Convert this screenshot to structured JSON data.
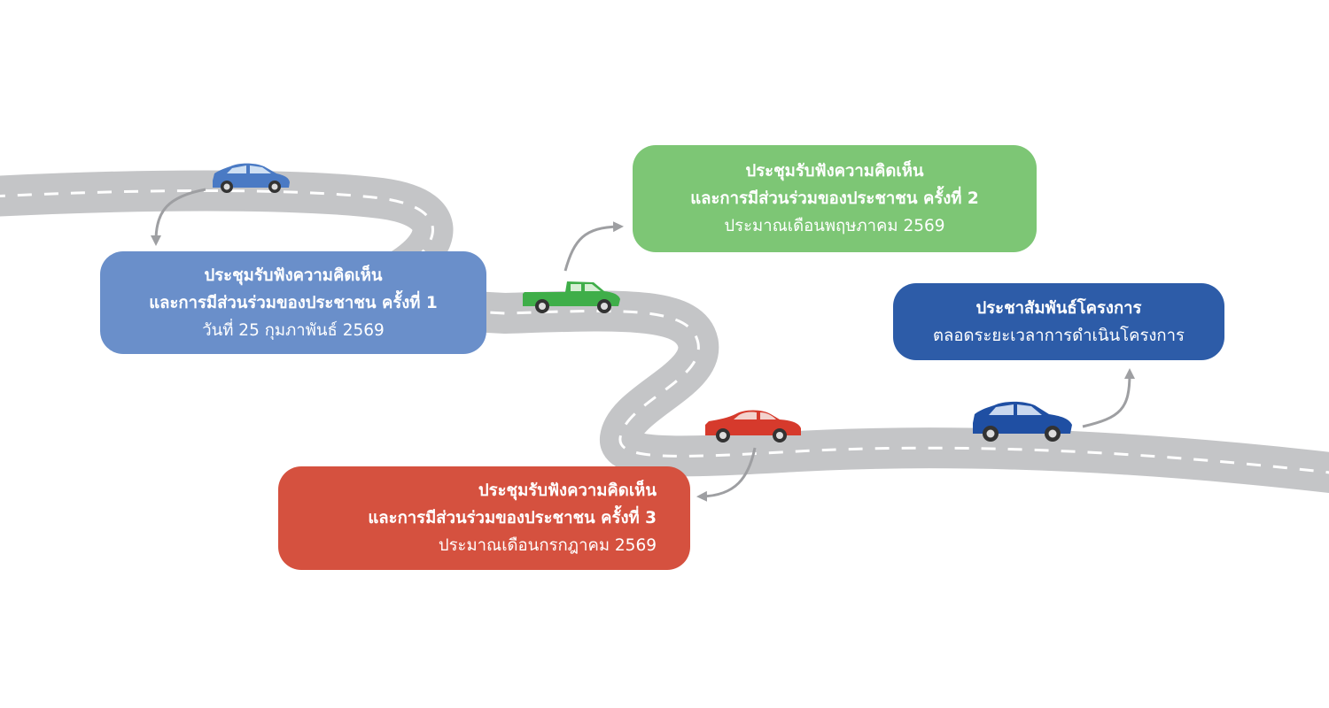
{
  "colors": {
    "road": "#c4c5c7",
    "road_dash": "#ffffff",
    "arrow": "#9e9fa2",
    "box1": "#6a8fca",
    "box2": "#7dc675",
    "box3": "#d5513f",
    "box4": "#2d5ca8",
    "car_blue_light": "#4a7ac4",
    "car_green": "#3fae49",
    "car_red": "#d63a2c",
    "car_blue_dark": "#1f4fa3"
  },
  "milestones": [
    {
      "title_line1": "ประชุมรับฟังความคิดเห็น",
      "title_line2": "และการมีส่วนร่วมของประชาชน ครั้งที่ 1",
      "date": "วันที่ 25 กุมภาพันธ์ 2569"
    },
    {
      "title_line1": "ประชุมรับฟังความคิดเห็น",
      "title_line2": "และการมีส่วนร่วมของประชาชน ครั้งที่ 2",
      "date": "ประมาณเดือนพฤษภาคม 2569"
    },
    {
      "title_line1": "ประชุมรับฟังความคิดเห็น",
      "title_line2": "และการมีส่วนร่วมของประชาชน ครั้งที่ 3",
      "date": "ประมาณเดือนกรกฎาคม 2569"
    },
    {
      "title_line1": "ประชาสัมพันธ์โครงการ",
      "date": "ตลอดระยะเวลาการดำเนินโครงการ"
    }
  ],
  "icons": [
    "hatchback-car-icon",
    "pickup-truck-icon",
    "sedan-car-icon",
    "hatchback-car-icon"
  ]
}
